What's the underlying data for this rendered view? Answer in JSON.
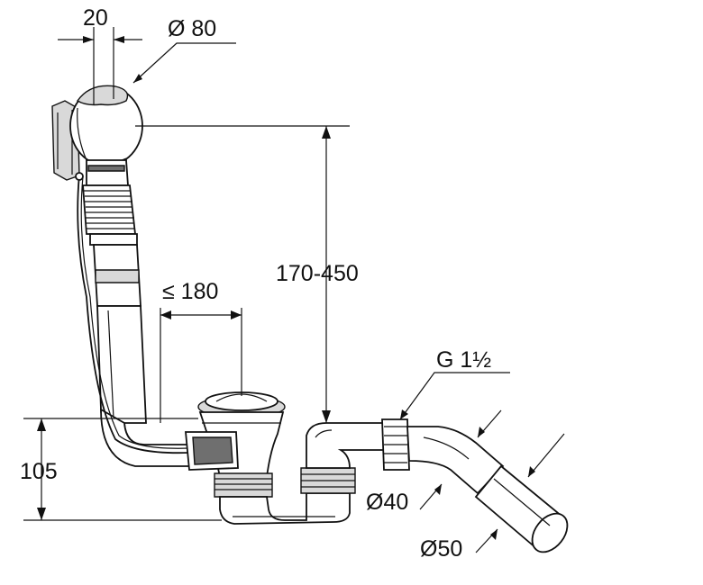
{
  "dimensions": {
    "width_top": "20",
    "overflow_diameter": "Ø 80",
    "height_range": "170-450",
    "max_distance": "≤ 180",
    "thread": "G 1½",
    "height_bottom": "105",
    "pipe_diameter_small": "Ø40",
    "pipe_diameter_large": "Ø50"
  },
  "colors": {
    "line": "#111111",
    "shade": "#d9d9d9",
    "dark": "#6f6f6f"
  }
}
